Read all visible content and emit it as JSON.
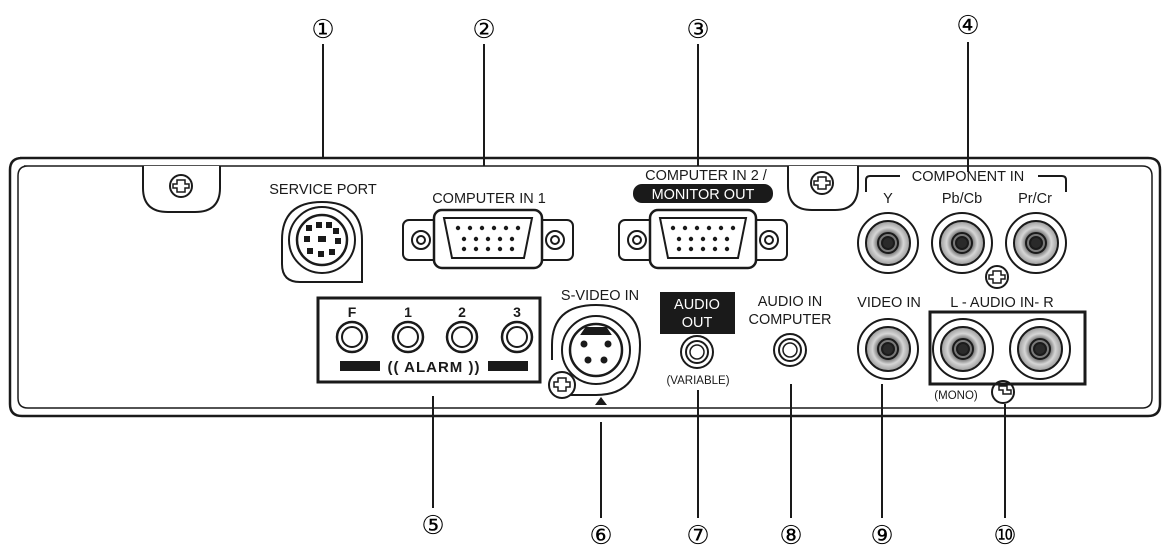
{
  "callouts": [
    "①",
    "②",
    "③",
    "④",
    "⑤",
    "⑥",
    "⑦",
    "⑧",
    "⑨",
    "⑩"
  ],
  "labels": {
    "service_port": "SERVICE PORT",
    "computer_in_1": "COMPUTER IN 1",
    "computer_in_2": "COMPUTER IN 2 /",
    "monitor_out": "MONITOR OUT",
    "component_in": "COMPONENT IN",
    "y": "Y",
    "pb_cb": "Pb/Cb",
    "pr_cr": "Pr/Cr",
    "alarm_f": "F",
    "alarm_1": "1",
    "alarm_2": "2",
    "alarm_3": "3",
    "alarm": "(( ALARM ))",
    "s_video_in": "S-VIDEO IN",
    "audio": "AUDIO",
    "out": "OUT",
    "variable": "(VARIABLE)",
    "audio_in": "AUDIO IN",
    "computer": "COMPUTER",
    "video_in": "VIDEO IN",
    "l_audio_in_r": "L - AUDIO IN- R",
    "mono": "(MONO)"
  },
  "colors": {
    "line": "#1a1a1a",
    "fill": "#ffffff",
    "jack_inner": "#bdbdbd"
  }
}
